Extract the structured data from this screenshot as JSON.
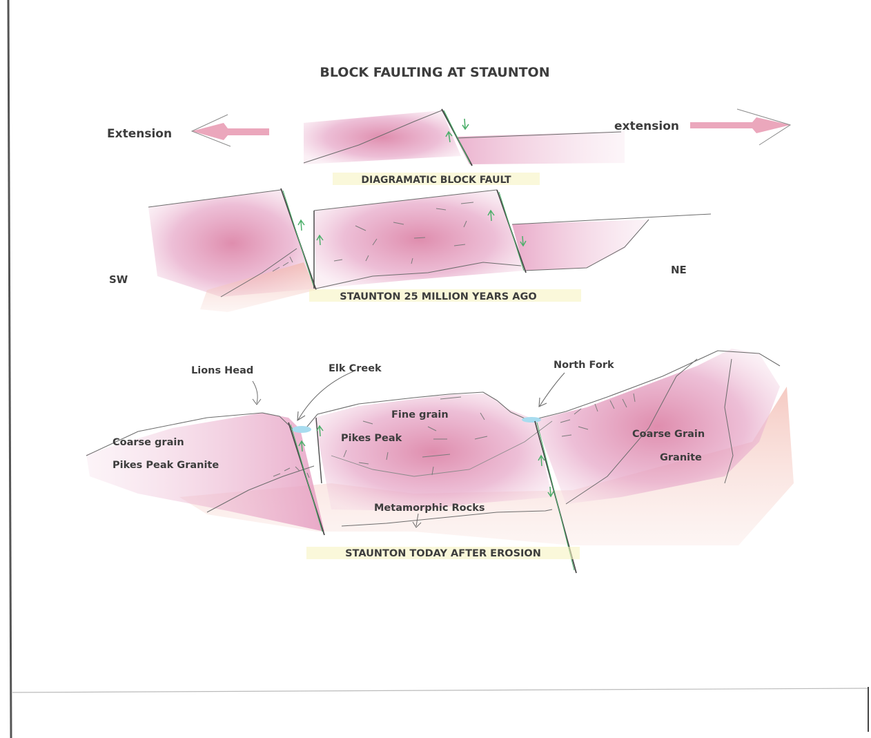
{
  "title": "BLOCK FAULTING AT STAUNTON",
  "panel1": {
    "caption": "DIAGRAMATIC BLOCK FAULT",
    "left_arrow_label": "Extension",
    "right_arrow_label": "extension"
  },
  "panel2": {
    "caption": "STAUNTON 25 MILLION YEARS AGO",
    "left_direction": "SW",
    "right_direction": "NE"
  },
  "panel3": {
    "caption": "STAUNTON TODAY AFTER EROSION",
    "place_lions_head": "Lions Head",
    "place_elk_creek": "Elk Creek",
    "place_north_fork": "North Fork",
    "left_rock_line1": "Coarse grain",
    "left_rock_line2": "Pikes Peak Granite",
    "center_rock_line1": "Fine grain",
    "center_rock_line2": "Pikes Peak",
    "right_rock_line1": "Coarse Grain",
    "right_rock_line2": "Granite",
    "basement_rock": "Metamorphic  Rocks"
  },
  "colors": {
    "granite_pink": "#e7a9c9",
    "granite_deep": "#d9799f",
    "metamorphic_salmon": "#f2b8ae",
    "fault_green": "#4caf6a",
    "pencil": "#6b6b6b",
    "stream_blue": "#a8dcef",
    "highlight_yellow": "#f7f3c2"
  }
}
